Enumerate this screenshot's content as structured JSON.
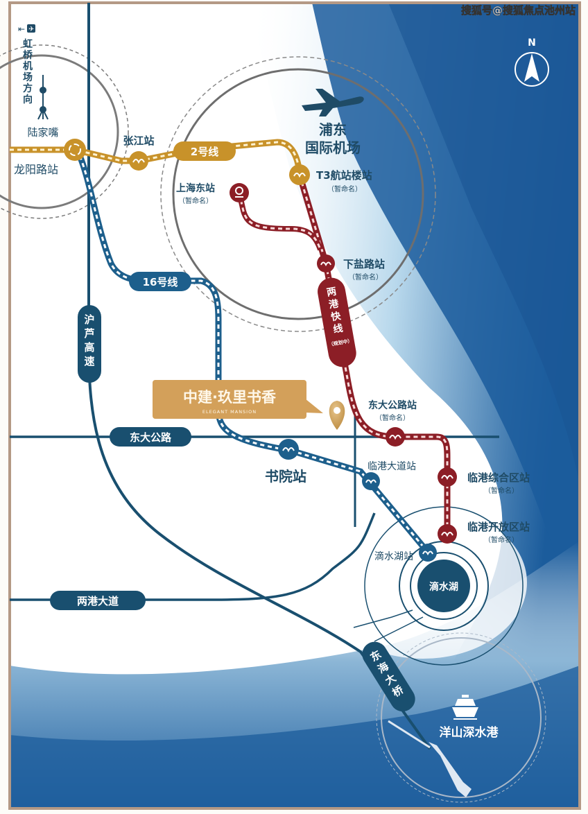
{
  "watermark": "搜狐号@搜狐焦点池州站",
  "compass": {
    "label": "N"
  },
  "colors": {
    "frame": "#b49985",
    "sea_dark": "#1b5c9c",
    "sea_light": "#8fc0de",
    "road": "#194f6f",
    "line2": "#c8922a",
    "line16": "#1d5f8c",
    "express": "#8c1e26",
    "project": "#d3a05a"
  },
  "landmarks": {
    "hongqiao_dir": [
      "虹",
      "桥",
      "机",
      "场",
      "方",
      "向"
    ],
    "lujiazui": "陆家嘴",
    "pudong_airport_1": "浦东",
    "pudong_airport_2": "国际机场",
    "dishui_lake": "滴水湖",
    "yangshan_port": "洋山深水港"
  },
  "stations": {
    "longyang": "龙阳路站",
    "zhangjiang": "张江站",
    "t3": "T3航站楼站",
    "t3_note": "（暂命名）",
    "shanghai_east": "上海东站",
    "shanghai_east_note": "（暂命名）",
    "xiayan": "下盐路站",
    "xiayan_note": "（暂命名）",
    "dongda_road_station": "东大公路站",
    "dongda_note": "（暂命名）",
    "shuyuan": "书院站",
    "lingang_avenue": "临港大道站",
    "lingang_zonghe": "临港综合区站",
    "lingang_zonghe_note": "（暂命名）",
    "lingang_kaifang": "临港开放区站",
    "lingang_kaifang_note": "（暂命名）",
    "dishui_lake_station": "滴水湖站"
  },
  "lines": {
    "line2": "2号线",
    "line16": "16号线",
    "express": [
      "两",
      "港",
      "快",
      "线"
    ],
    "express_note": "（规划中）"
  },
  "roads": {
    "hulu": [
      "沪",
      "芦",
      "高",
      "速"
    ],
    "dongda": "东大公路",
    "lianggang": "两港大道",
    "donghai_bridge": [
      "东",
      "海",
      "大",
      "桥"
    ]
  },
  "project": {
    "name": "中建·玖里书香",
    "subtitle": "ELEGANT MANSION"
  }
}
